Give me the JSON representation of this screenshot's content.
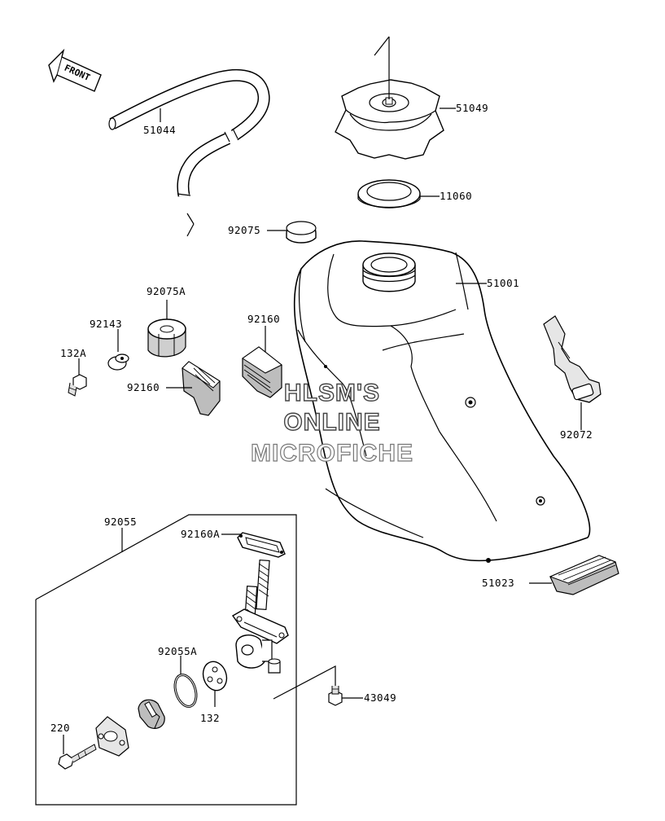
{
  "diagram": {
    "front_label": "FRONT",
    "parts": [
      {
        "id": "p51044",
        "label": "51044"
      },
      {
        "id": "p51049",
        "label": "51049"
      },
      {
        "id": "p11060",
        "label": "11060"
      },
      {
        "id": "p92075",
        "label": "92075"
      },
      {
        "id": "p51001",
        "label": "51001"
      },
      {
        "id": "p92075A",
        "label": "92075A"
      },
      {
        "id": "p92143",
        "label": "92143"
      },
      {
        "id": "p132A",
        "label": "132A"
      },
      {
        "id": "p92160a",
        "label": "92160"
      },
      {
        "id": "p92160b",
        "label": "92160"
      },
      {
        "id": "p92072",
        "label": "92072"
      },
      {
        "id": "p51023",
        "label": "51023"
      },
      {
        "id": "p92055",
        "label": "92055"
      },
      {
        "id": "p92160A",
        "label": "92160A"
      },
      {
        "id": "p92055A",
        "label": "92055A"
      },
      {
        "id": "p132",
        "label": "132"
      },
      {
        "id": "p43049",
        "label": "43049"
      },
      {
        "id": "p220",
        "label": "220"
      }
    ]
  },
  "watermark": {
    "line1": "HLSM'S",
    "line2": "ONLINE",
    "line3": "MICROFICHE"
  }
}
